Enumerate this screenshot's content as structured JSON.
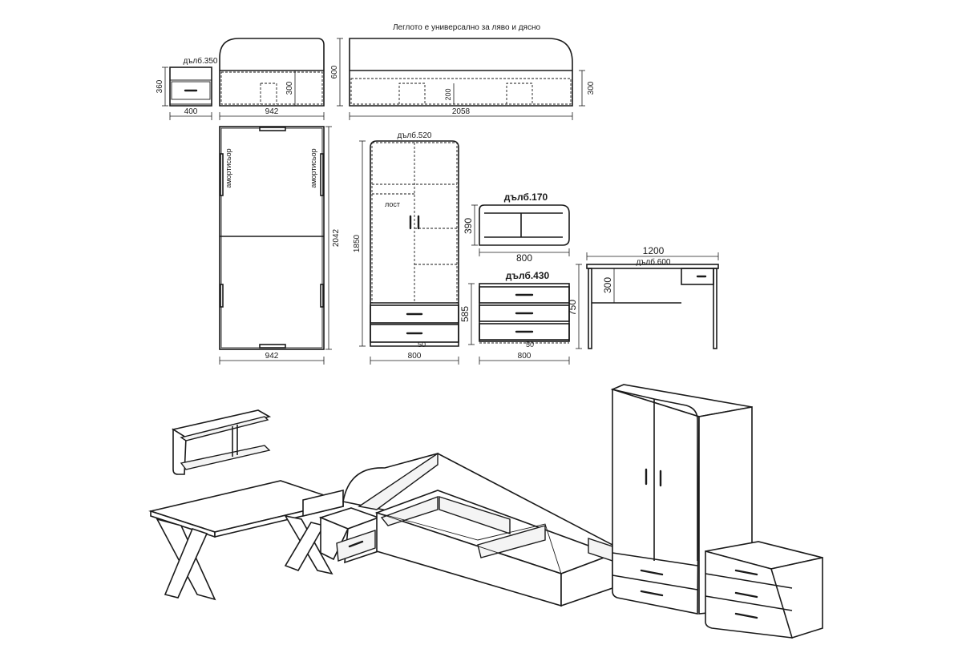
{
  "header": {
    "note": "Леглото е универсално за ляво и дясно"
  },
  "nightstand": {
    "depth": "дълб.350",
    "height": "360",
    "width": "400"
  },
  "bed_side": {
    "height_headboard": "600",
    "height_base": "300",
    "length": "2058",
    "drawer_height": "200"
  },
  "bed_end": {
    "width": "942",
    "height_base": "300"
  },
  "bed_top": {
    "length": "2042",
    "width": "942",
    "shock_absorber_left": "амортисьор",
    "shock_absorber_right": "амортисьор"
  },
  "wardrobe": {
    "depth": "дълб.520",
    "height": "1850",
    "width": "800",
    "rail": "лост",
    "plinth": "50"
  },
  "shelf": {
    "depth": "дълб.170",
    "height": "390",
    "width": "800"
  },
  "dresser": {
    "depth": "дълб.430",
    "height": "585",
    "width": "800",
    "plinth": "50"
  },
  "desk": {
    "width": "1200",
    "depth": "дълб.600",
    "drawer_height": "300",
    "height": "750"
  }
}
